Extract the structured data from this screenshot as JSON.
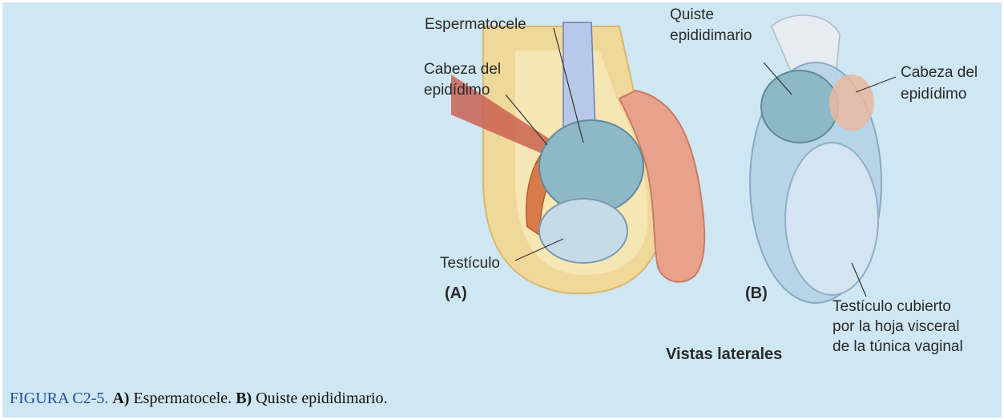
{
  "labels": {
    "espermatocele": "Espermatocele",
    "cabeza_del_a_1": "Cabeza del",
    "cabeza_del_a_2": "epidídimo",
    "testiculo_a": "Testículo",
    "panel_a": "(A)",
    "quiste_1": "Quiste",
    "quiste_2": "epididimario",
    "cabeza_del_b_1": "Cabeza del",
    "cabeza_del_b_2": "epidídimo",
    "panel_b": "(B)",
    "testiculo_b_1": "Testículo cubierto",
    "testiculo_b_2": "por la hoja visceral",
    "testiculo_b_3": "de la túnica vaginal",
    "vistas": "Vistas laterales"
  },
  "caption": {
    "lead": "FIGURA C2-5.",
    "a_mark": "A)",
    "a_text": "Espermatocele.",
    "b_mark": "B)",
    "b_text": "Quiste epididimario."
  },
  "colors": {
    "panel_bg": "#cfe7f2",
    "caption_lead": "#1f4e96",
    "skin": "#e8a28c",
    "fat": "#f2dc9a",
    "cyst": "#8fb8c6",
    "testis": "#c6dbe8",
    "epididymis": "#d97a4a"
  }
}
